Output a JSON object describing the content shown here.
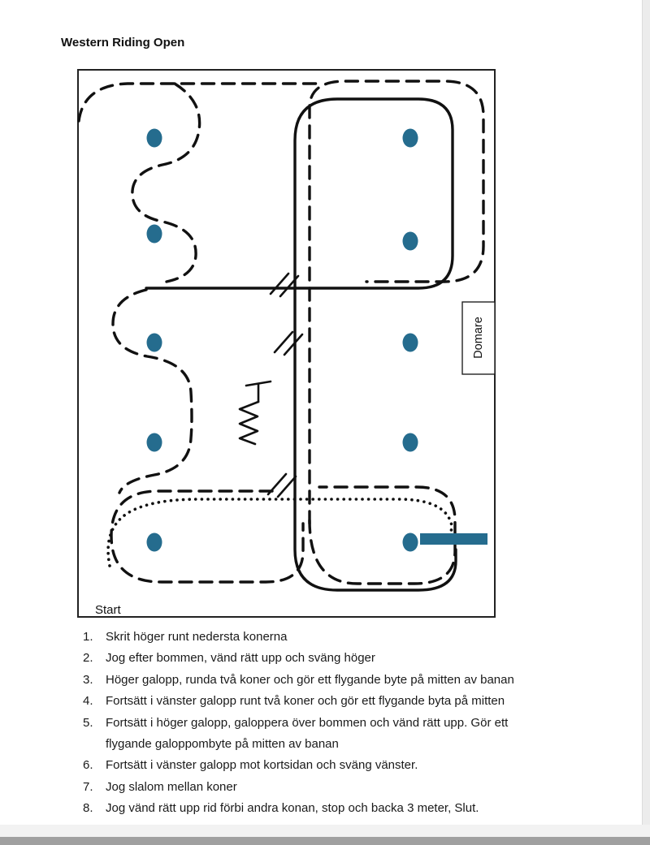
{
  "page": {
    "title": "Western Riding Open"
  },
  "diagram": {
    "judge_label": "Domare",
    "start_label": "Start",
    "cone_count": 10,
    "lead_change_marks": 3
  },
  "colors": {
    "cone": "#256c8e",
    "pole": "#256c8e",
    "line": "#111111"
  },
  "instructions": {
    "items": [
      {
        "num": "1.",
        "text": "Skrit höger runt nedersta konerna"
      },
      {
        "num": "2.",
        "text": "Jog efter bommen, vänd rätt upp och sväng höger"
      },
      {
        "num": "3.",
        "text": "Höger galopp, runda två koner och gör ett flygande byte på mitten av banan"
      },
      {
        "num": "4.",
        "text": "Fortsätt i vänster galopp runt två koner och gör ett flygande byta på mitten"
      },
      {
        "num": "5.",
        "text": "Fortsätt i höger galopp, galoppera över bommen och vänd rätt upp. Gör ett flygande galoppombyte på mitten av banan"
      },
      {
        "num": "6.",
        "text": "Fortsätt i vänster galopp mot kortsidan och sväng vänster."
      },
      {
        "num": "7.",
        "text": "Jog slalom mellan koner"
      },
      {
        "num": "8.",
        "text": "Jog vänd rätt upp rid förbi andra konan, stop och backa 3 meter, Slut."
      }
    ]
  }
}
